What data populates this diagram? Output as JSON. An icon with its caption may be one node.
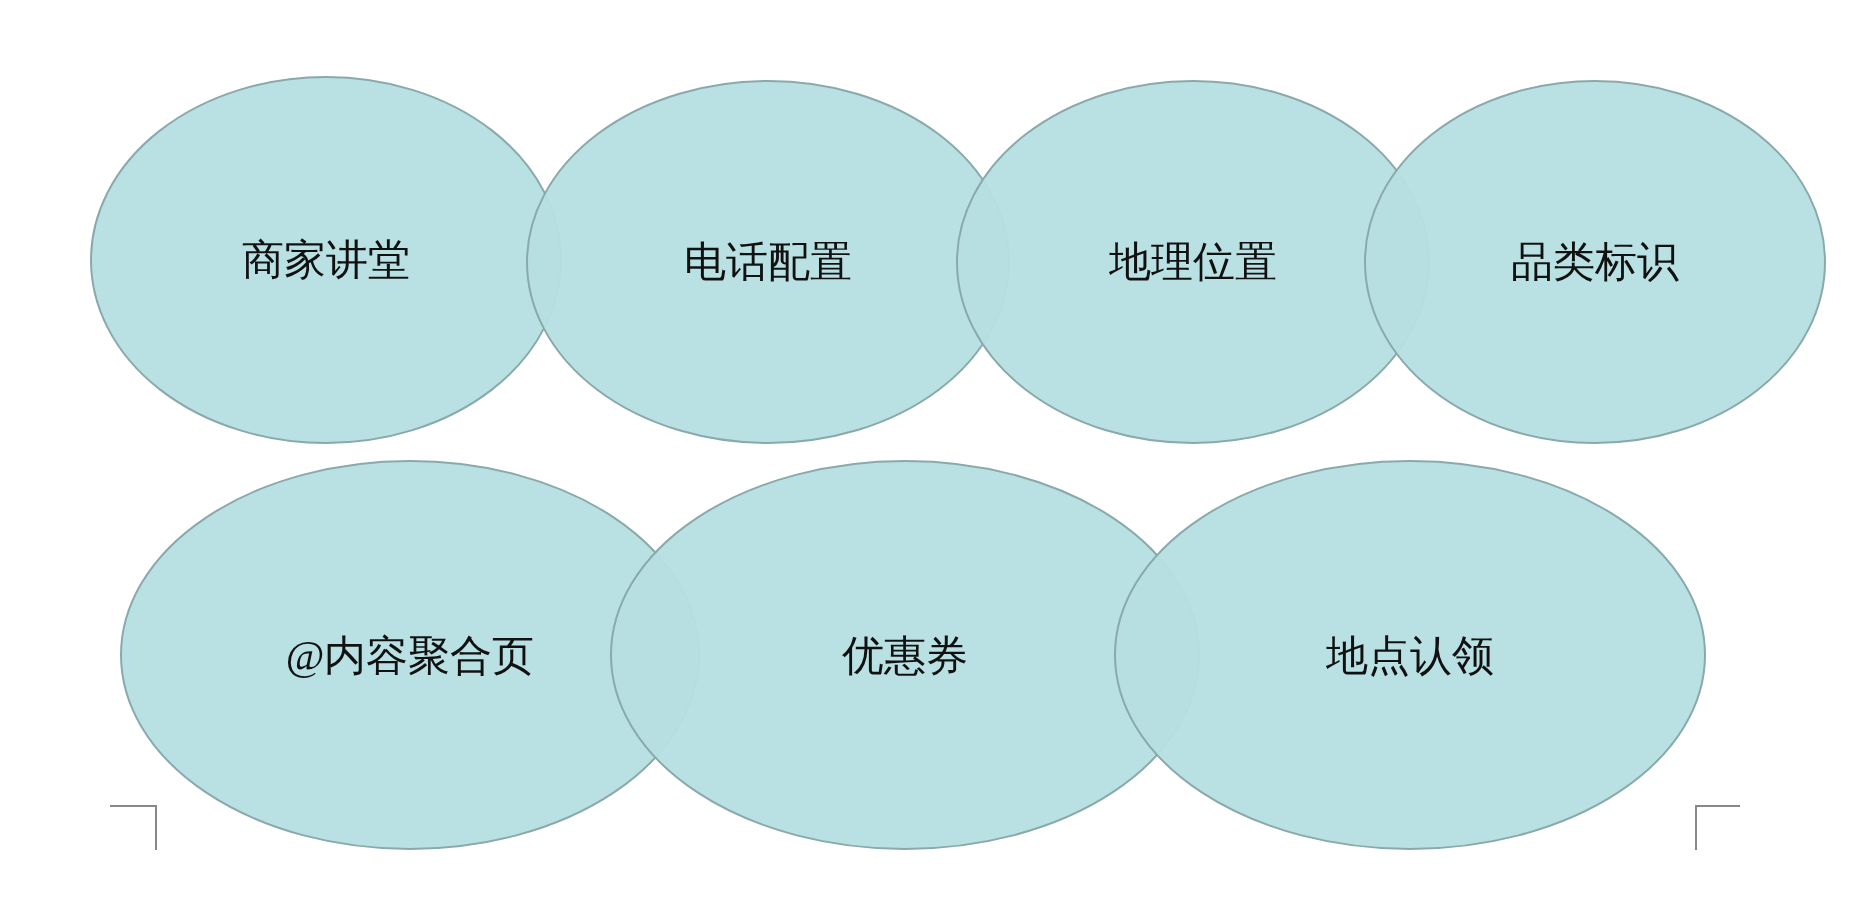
{
  "diagram": {
    "nodes": [
      {
        "text": [
          "商家讲堂"
        ]
      },
      {
        "text": [
          "电话配置"
        ]
      },
      {
        "text": [
          "地理位置"
        ]
      },
      {
        "text": [
          "品类标识"
        ]
      },
      {
        "text": [
          "@内容聚合页"
        ]
      },
      {
        "text": [
          "优惠券"
        ]
      },
      {
        "text": [
          "地点认领"
        ]
      }
    ]
  }
}
